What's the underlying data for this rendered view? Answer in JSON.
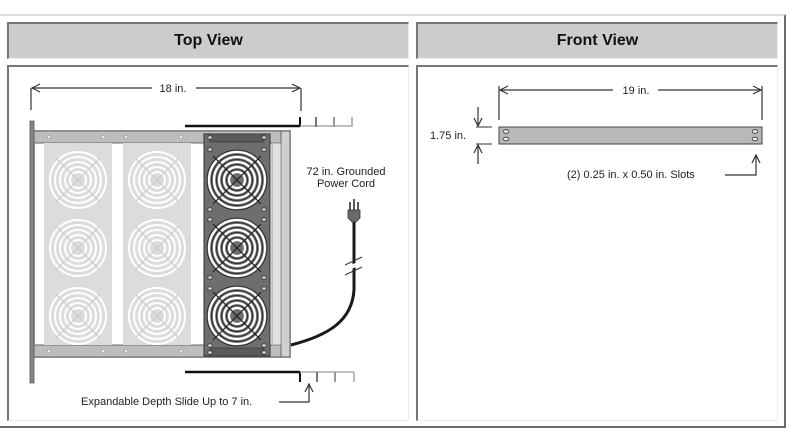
{
  "headers": {
    "top_view": "Top View",
    "front_view": "Front View"
  },
  "top_view": {
    "width_dimension": "18 in.",
    "power_cord_line1": "72 in. Grounded",
    "power_cord_line2": "Power Cord",
    "slide_label": "Expandable Depth Slide Up to 7 in.",
    "fan_columns": 3,
    "fans_per_column": 3
  },
  "front_view": {
    "width_dimension": "19 in.",
    "height_dimension": "1.75 in.",
    "slots_label": "(2) 0.25 in. x 0.50 in. Slots"
  },
  "colors": {
    "header_bg": "#cccccc",
    "panel_light": "#dcdcdc",
    "panel_dark": "#6e6e6e",
    "frame": "#8a8a8a",
    "cord": "#1a1a1a"
  }
}
